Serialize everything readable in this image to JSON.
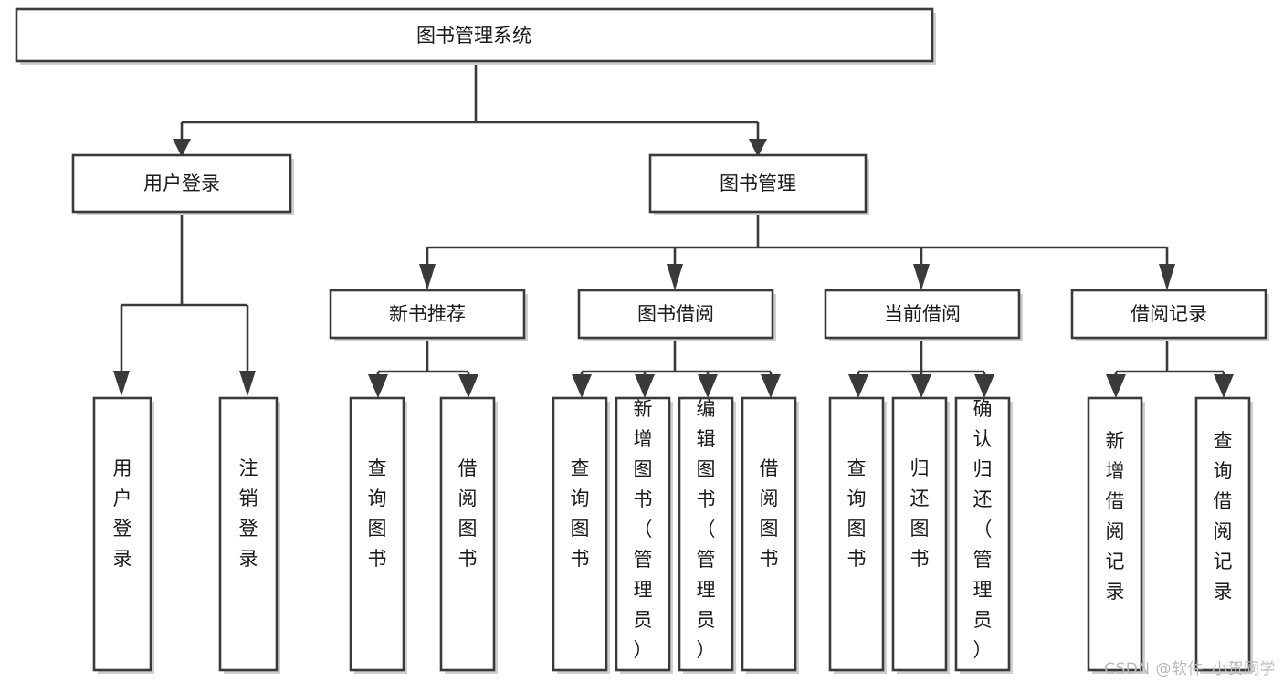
{
  "diagram": {
    "title": "图书管理系统",
    "type": "tree-hierarchy",
    "watermark": "CSDN @软件_小贺同学",
    "colors": {
      "stroke": "#3a3a3a",
      "fill": "#ffffff",
      "shadow": "#cfcfcf",
      "text": "#1a1a1a",
      "watermark": "#b9b9b9"
    },
    "levels": {
      "root": {
        "label": "图书管理系统",
        "orientation": "horizontal"
      },
      "level1": [
        {
          "label": "用户登录",
          "orientation": "horizontal"
        },
        {
          "label": "图书管理",
          "orientation": "horizontal"
        }
      ],
      "level2": [
        {
          "label": "新书推荐",
          "orientation": "horizontal"
        },
        {
          "label": "图书借阅",
          "orientation": "horizontal"
        },
        {
          "label": "当前借阅",
          "orientation": "horizontal"
        },
        {
          "label": "借阅记录",
          "orientation": "horizontal"
        }
      ],
      "leaves": {
        "user_login": [
          {
            "label": "用户登录",
            "orientation": "vertical"
          },
          {
            "label": "注销登录",
            "orientation": "vertical"
          }
        ],
        "new_book_recommend": [
          {
            "label": "查询图书",
            "orientation": "vertical"
          },
          {
            "label": "借阅图书",
            "orientation": "vertical"
          }
        ],
        "book_borrow": [
          {
            "label": "查询图书",
            "orientation": "vertical"
          },
          {
            "label": "新增图书（管理员）",
            "orientation": "vertical"
          },
          {
            "label": "编辑图书（管理员）",
            "orientation": "vertical"
          },
          {
            "label": "借阅图书",
            "orientation": "vertical"
          }
        ],
        "current_borrow": [
          {
            "label": "查询图书",
            "orientation": "vertical"
          },
          {
            "label": "归还图书",
            "orientation": "vertical"
          },
          {
            "label": "确认归还（管理员）",
            "orientation": "vertical"
          }
        ],
        "borrow_record": [
          {
            "label": "新增借阅记录",
            "orientation": "vertical"
          },
          {
            "label": "查询借阅记录",
            "orientation": "vertical"
          }
        ]
      }
    }
  }
}
